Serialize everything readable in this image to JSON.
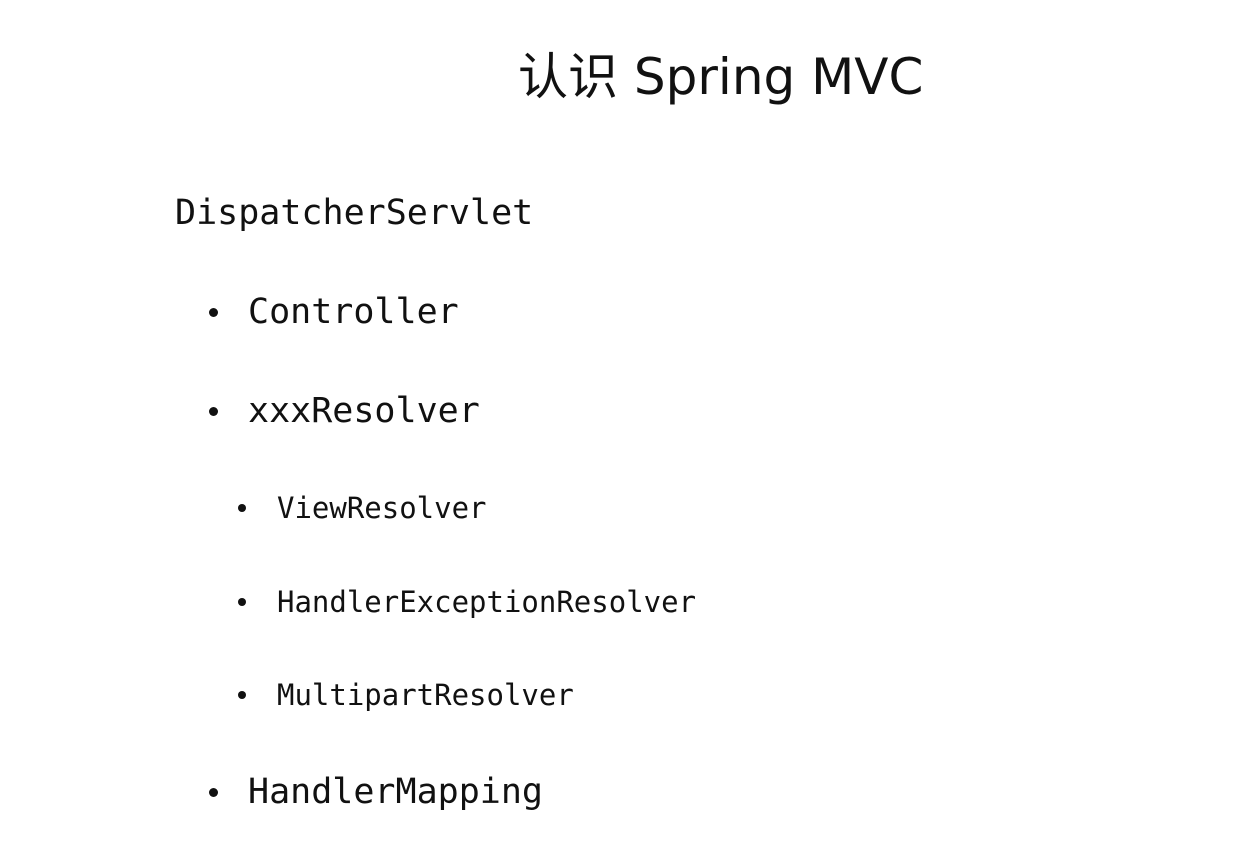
{
  "slide": {
    "title": "认识 Spring MVC",
    "root": "DispatcherServlet",
    "items": [
      {
        "label": "Controller"
      },
      {
        "label": "xxxResolver"
      },
      {
        "label": "ViewResolver"
      },
      {
        "label": "HandlerExceptionResolver"
      },
      {
        "label": "MultipartResolver"
      },
      {
        "label": "HandlerMapping"
      }
    ]
  },
  "colors": {
    "text": "#111111",
    "background": "#ffffff"
  }
}
